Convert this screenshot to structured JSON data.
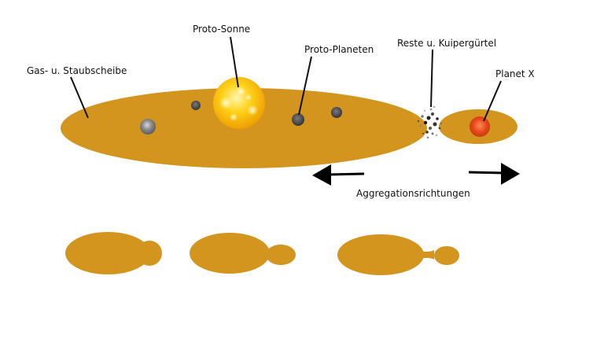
{
  "labels": {
    "disk": "Gas- u. Staubscheibe",
    "proto_sun": "Proto-Sonne",
    "proto_planets": "Proto-Planeten",
    "kuiper_belt": "Reste u. Kuipergürtel",
    "planet_x": "Planet X",
    "aggregation": "Aggregationsrichtungen"
  },
  "colors": {
    "disk": "#d4951f",
    "sun_core": "#fff3a0",
    "sun_mid": "#ffd21a",
    "sun_edge": "#f5a400",
    "planet_x": "#e8481a",
    "proto_planet": "#4a4a4a",
    "arrow": "#000000",
    "leader": "#111111"
  }
}
